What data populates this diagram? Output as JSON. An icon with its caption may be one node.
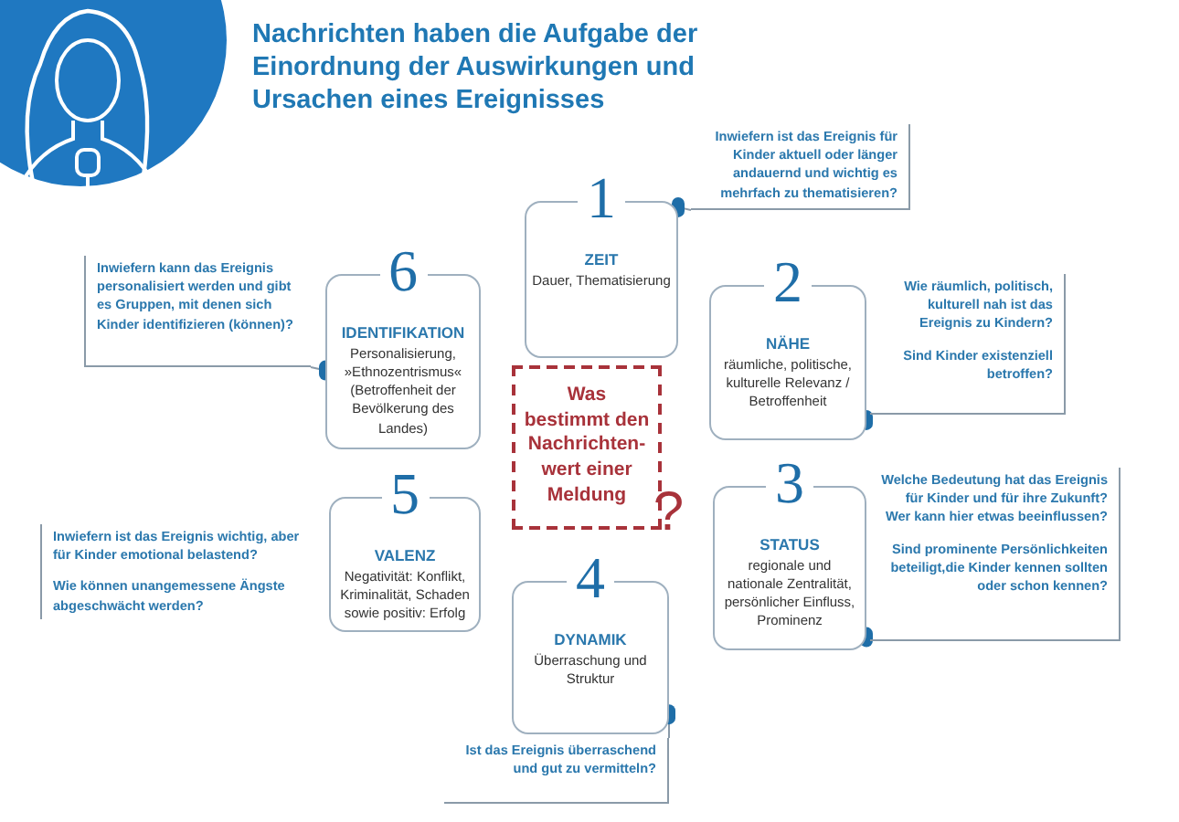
{
  "diagram": {
    "title": "Nachrichten haben die Aufgabe der Einordnung der Auswirkungen und Ursachen eines Ereignisses",
    "nodes": [
      {
        "text": [
          "1",
          "ZEIT",
          "Dauer, Thematisierung"
        ]
      },
      {
        "text": [
          "Inwiefern ist das Ereignis für Kinder aktuell oder länger andauernd und wichtig es mehrfach zu thematisieren?"
        ]
      },
      {
        "text": [
          "6",
          "IDENTIFIKATION",
          "Personalisierung, »Ethnozentrismus« (Betroffenheit der Bevölkerung des Landes)"
        ]
      },
      {
        "text": [
          "Inwiefern kann das Ereignis personalisiert werden und gibt es Gruppen, mit denen sich Kinder identifizieren (können)?"
        ]
      },
      {
        "text": [
          "2",
          "NÄHE",
          "räumliche, politische, kulturelle Relevanz / Betroffenheit"
        ]
      },
      {
        "text": [
          "Wie räumlich, politisch, kulturell nah ist das Ereignis zu Kindern?",
          "Sind Kinder existenziell betroffen?"
        ]
      },
      {
        "text": [
          "Was bestimmt den Nachrichten-wert einer Meldung",
          "?"
        ]
      },
      {
        "text": [
          "5",
          "VALENZ",
          "Negativität: Konflikt, Kriminalität, Schaden sowie positiv: Erfolg"
        ]
      },
      {
        "text": [
          "Inwiefern ist das Ereignis wichtig, aber für Kinder emotional belastend?",
          "Wie können unangemessene Ängste abgeschwächt werden?"
        ]
      },
      {
        "text": [
          "3",
          "STATUS",
          "regionale und nationale Zentralität, persönlicher Einfluss, Prominenz"
        ]
      },
      {
        "text": [
          "Welche Bedeutung hat das Ereignis für Kinder und für ihre Zukunft? Wer kann hier etwas beeinflussen?",
          "Sind prominente Persönlichkeiten beteiligt,die Kinder kennen sollten oder schon kennen?"
        ]
      },
      {
        "text": [
          "4",
          "DYNAMIK",
          "Überraschung und Struktur"
        ]
      },
      {
        "text": [
          "Ist das Ereignis überraschend und gut zu vermitteln?"
        ]
      }
    ],
    "edges": [
      {
        "from": 0,
        "to": 1,
        "arrow": "other"
      },
      {
        "from": 2,
        "to": 3,
        "arrow": "other"
      },
      {
        "from": 4,
        "to": 5,
        "arrow": "other"
      },
      {
        "from": 9,
        "to": 10,
        "arrow": "other"
      },
      {
        "from": 11,
        "to": 12,
        "arrow": "other"
      }
    ]
  }
}
